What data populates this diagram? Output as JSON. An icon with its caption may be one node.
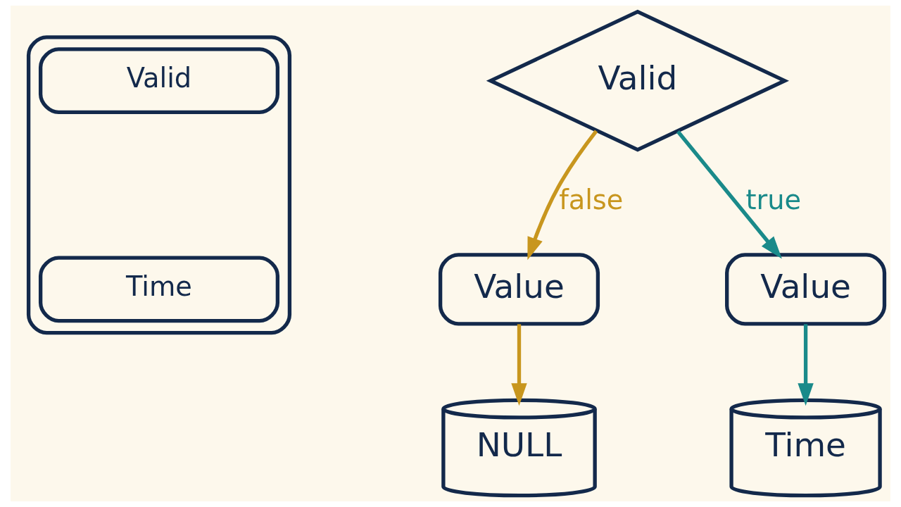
{
  "diagram": {
    "nodes": [
      {
        "text": [],
        "shape": "box"
      },
      {
        "text": [
          "Valid"
        ],
        "in": 0
      },
      {
        "text": [
          "Time"
        ],
        "in": 0
      },
      {
        "text": [
          "Valid"
        ]
      },
      {
        "text": [
          "Value"
        ]
      },
      {
        "text": [
          "NULL"
        ]
      },
      {
        "text": [
          "Value"
        ]
      },
      {
        "text": [
          "Time"
        ]
      }
    ],
    "edges": [
      {
        "from": 3,
        "to": 4,
        "arrow": "to",
        "label": "false",
        "color": "#c8961e"
      },
      {
        "from": 4,
        "to": 5,
        "arrow": "to",
        "color": "#c8961e"
      },
      {
        "from": 3,
        "to": 6,
        "arrow": "to",
        "label": "true",
        "color": "#1a8a8a"
      },
      {
        "from": 6,
        "to": 7,
        "arrow": "to",
        "color": "#1a8a8a"
      }
    ]
  }
}
